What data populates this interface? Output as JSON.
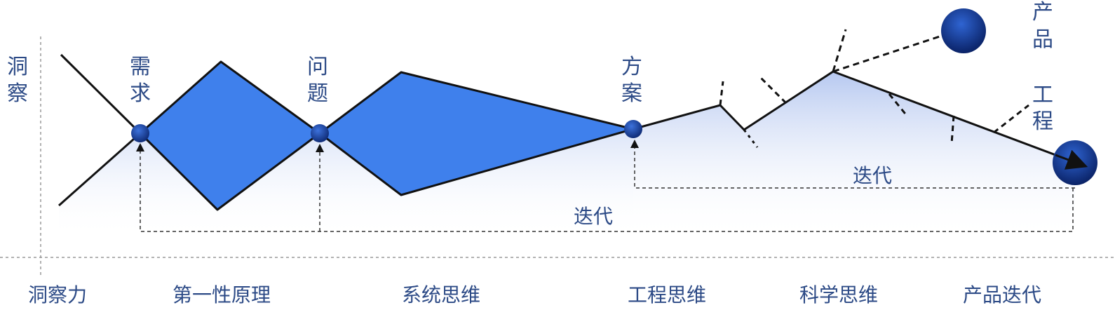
{
  "side_label": [
    "洞",
    "察"
  ],
  "nodes": {
    "demand": [
      "需",
      "求"
    ],
    "problem": [
      "问",
      "题"
    ],
    "solution": [
      "方",
      "案"
    ],
    "product": [
      "产",
      "品"
    ],
    "engineering": [
      "工",
      "程"
    ]
  },
  "iteration_upper": "迭代",
  "iteration_lower": "迭代",
  "stages": [
    "洞察力",
    "第一性原理",
    "系统思维",
    "工程思维",
    "科学思维",
    "产品迭代"
  ],
  "colors": {
    "diamond_fill": "#3f80ec",
    "text": "#2c4a86",
    "line": "#111111",
    "node_dark": "#0d2a78",
    "node_light": "#3a6fd8",
    "gradient_top": "#bccdf1"
  }
}
